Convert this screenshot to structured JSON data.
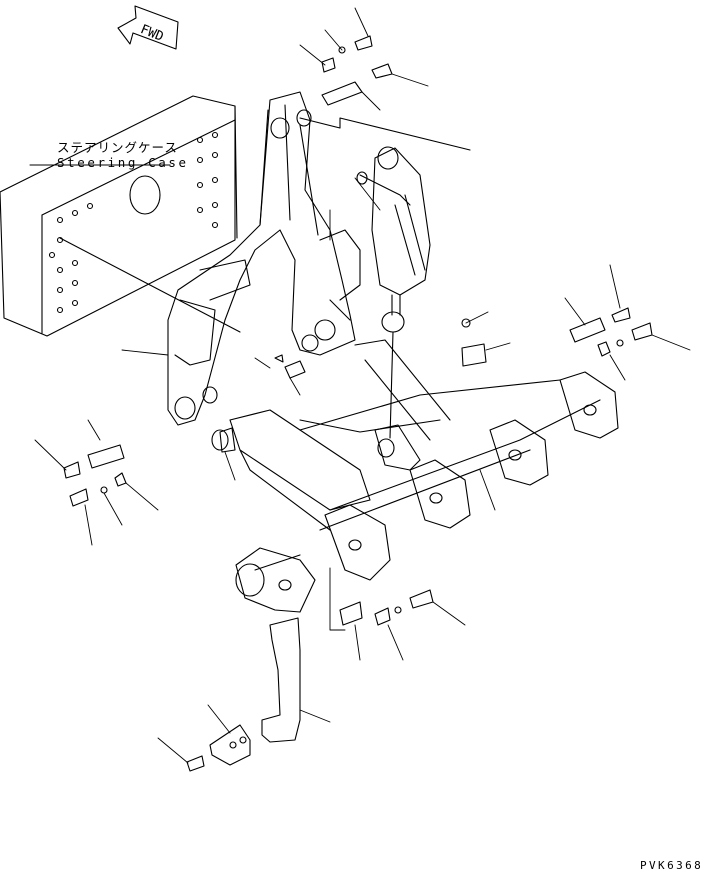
{
  "direction_tag": "FWD",
  "part_label": {
    "japanese": "ステアリングケース",
    "english": "Steering Case"
  },
  "figure_code": "PVK6368",
  "colors": {
    "line": "#000000",
    "paper": "#ffffff"
  }
}
